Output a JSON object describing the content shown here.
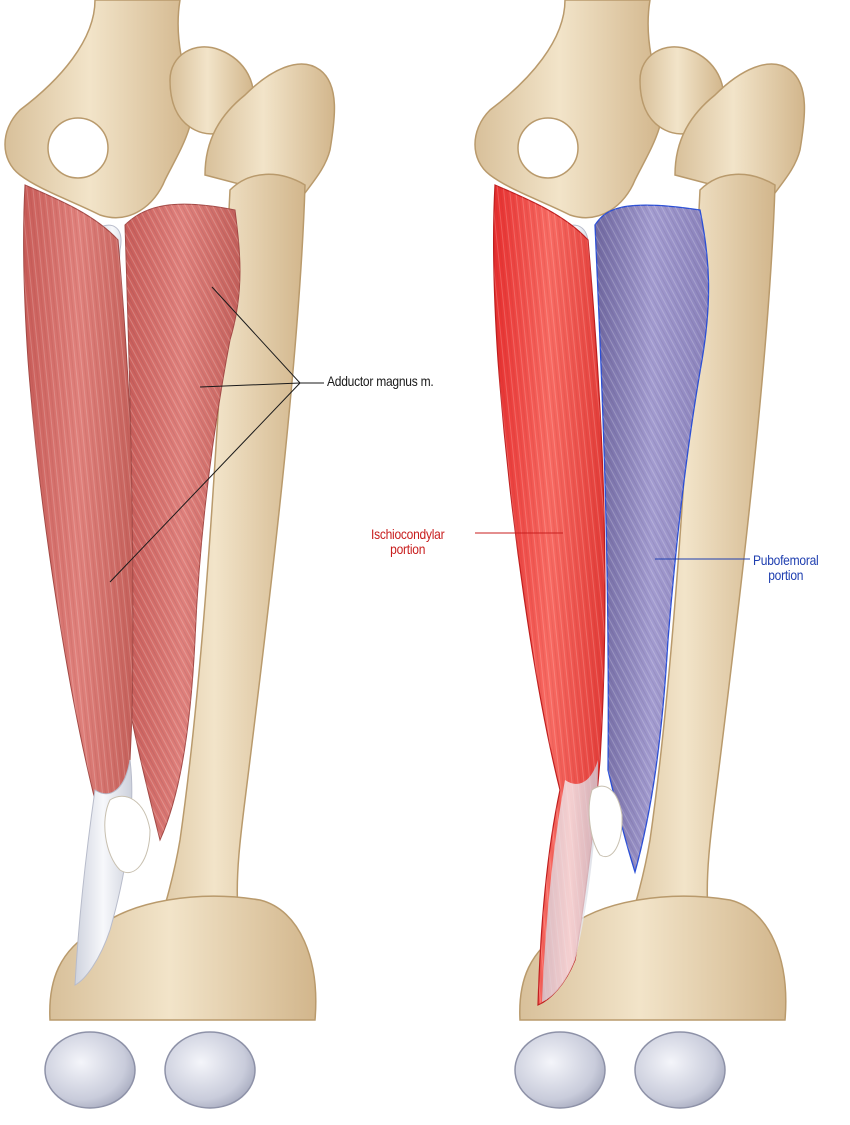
{
  "labels": {
    "adductor": "Adductor magnus m.",
    "ischiocondylar": {
      "line1": "Ischiocondylar",
      "line2": "portion"
    },
    "pubofemoral": {
      "line1": "Pubofemoral",
      "line2": "portion"
    }
  },
  "colors": {
    "bone": "#ead7b8",
    "bone_shadow": "#c9ac82",
    "muscle_left": "#d9716e",
    "ischiocondylar": "#ef3f3f",
    "pubofemoral": "#8e86bd",
    "pubofemoral_outline": "#2b4fd6",
    "tendon": "#e9ecf3",
    "cartilage": "#d6d9e6",
    "label_black": "#1a1a1a",
    "label_red": "#c81e1e",
    "label_blue": "#1f3fb0"
  }
}
